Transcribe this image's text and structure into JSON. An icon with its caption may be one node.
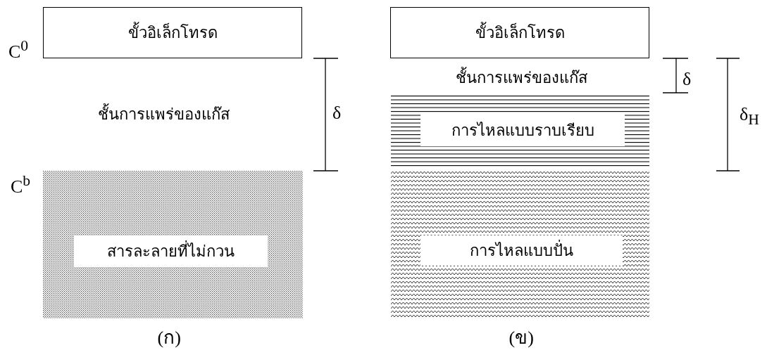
{
  "diagram": {
    "nodes": [
      {
        "text": [
          "ขั้วอิเล็กโทรด"
        ]
      },
      {
        "text": [
          "สารละลายที่ไม่กวน"
        ]
      },
      {
        "text": [
          "ขั้วอิเล็กโทรด"
        ]
      },
      {
        "text": [
          "การไหลแบบราบเรียบ"
        ]
      },
      {
        "text": [
          "การไหลแบบปั่น"
        ]
      }
    ],
    "labels": [
      "C$^{0}$",
      "C$^{b}$",
      "ชั้นการแพร่ของแก๊ส",
      "δ",
      "ชั้นการแพร่ของแก๊ส",
      "δ",
      "δ$_{H}$",
      "(ก)",
      "(ข)"
    ]
  }
}
